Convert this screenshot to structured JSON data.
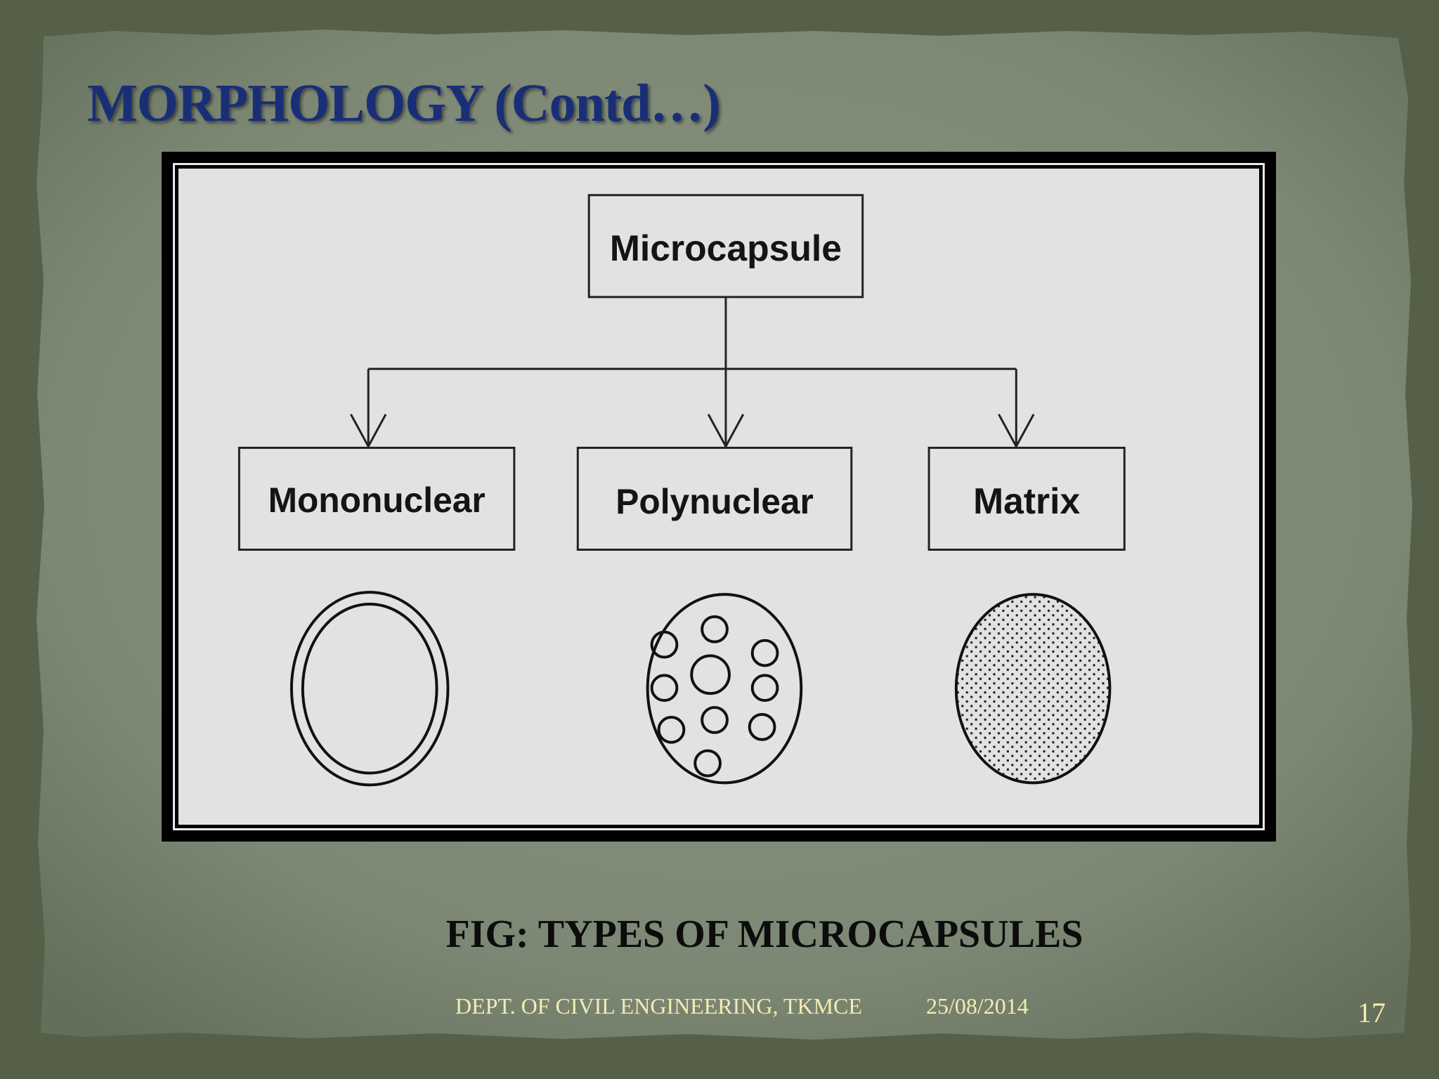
{
  "slide": {
    "title": "MORPHOLOGY (Contd…)",
    "caption": "FIG: TYPES OF MICROCAPSULES",
    "footer_dept": "DEPT. OF CIVIL ENGINEERING, TKMCE",
    "footer_date": "25/08/2014",
    "page_number": "17"
  },
  "diagram": {
    "root": "Microcapsule",
    "children": [
      "Mononuclear",
      "Polynuclear",
      "Matrix"
    ]
  },
  "colors": {
    "title": "#1a2e78",
    "footer_text": "#f3ecb4",
    "paper": "#7e8a76",
    "background": "#566048",
    "diagram_panel": "#e2e2e2"
  },
  "icons": {
    "mononuclear": "mononuclear-capsule-icon",
    "polynuclear": "polynuclear-capsule-icon",
    "matrix": "matrix-capsule-icon"
  }
}
